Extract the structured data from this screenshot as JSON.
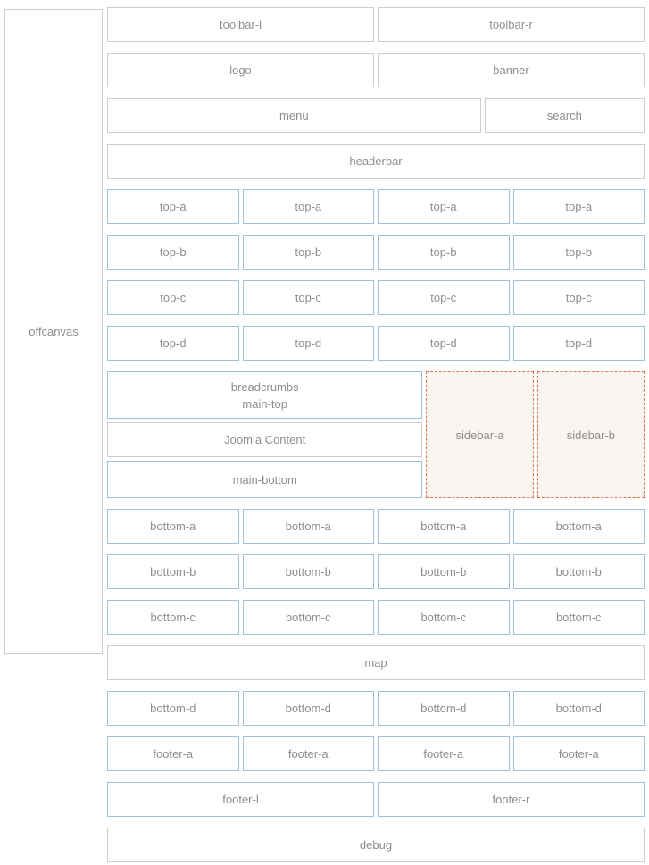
{
  "colors": {
    "background": "#ffffff",
    "box_border_gray": "#cdcdcd",
    "box_border_blue": "#9fbfdc",
    "sidebar_border_orange": "#e2714a",
    "sidebar_fill": "#faf5f0",
    "label_text": "#8e8e8e"
  },
  "offcanvas": {
    "label": "offcanvas"
  },
  "rows": [
    {
      "name": "toolbar-row",
      "height": 39,
      "cells": [
        {
          "label": "toolbar-l",
          "variant": "gray",
          "basis": "50%"
        },
        {
          "label": "toolbar-r",
          "variant": "gray",
          "basis": "50%"
        }
      ]
    },
    {
      "name": "logo-banner-row",
      "height": 39,
      "cells": [
        {
          "label": "logo",
          "variant": "gray",
          "basis": "50%"
        },
        {
          "label": "banner",
          "variant": "gray",
          "basis": "50%"
        }
      ]
    },
    {
      "name": "menu-search-row",
      "height": 39,
      "cells": [
        {
          "label": "menu",
          "variant": "gray",
          "basis": "70%"
        },
        {
          "label": "search",
          "variant": "gray",
          "basis": "30%"
        }
      ]
    },
    {
      "name": "headerbar-row",
      "height": 39,
      "cells": [
        {
          "label": "headerbar",
          "variant": "gray",
          "basis": "100%"
        }
      ]
    },
    {
      "name": "top-a-row",
      "height": 39,
      "cells": [
        {
          "label": "top-a",
          "variant": "blue",
          "basis": "25%"
        },
        {
          "label": "top-a",
          "variant": "blue",
          "basis": "25%"
        },
        {
          "label": "top-a",
          "variant": "blue",
          "basis": "25%"
        },
        {
          "label": "top-a",
          "variant": "blue",
          "basis": "25%"
        }
      ]
    },
    {
      "name": "top-b-row",
      "height": 39,
      "cells": [
        {
          "label": "top-b",
          "variant": "blue",
          "basis": "25%"
        },
        {
          "label": "top-b",
          "variant": "blue",
          "basis": "25%"
        },
        {
          "label": "top-b",
          "variant": "blue",
          "basis": "25%"
        },
        {
          "label": "top-b",
          "variant": "blue",
          "basis": "25%"
        }
      ]
    },
    {
      "name": "top-c-row",
      "height": 39,
      "cells": [
        {
          "label": "top-c",
          "variant": "blue",
          "basis": "25%"
        },
        {
          "label": "top-c",
          "variant": "blue",
          "basis": "25%"
        },
        {
          "label": "top-c",
          "variant": "blue",
          "basis": "25%"
        },
        {
          "label": "top-c",
          "variant": "blue",
          "basis": "25%"
        }
      ]
    },
    {
      "name": "top-d-row",
      "height": 39,
      "cells": [
        {
          "label": "top-d",
          "variant": "blue",
          "basis": "25%"
        },
        {
          "label": "top-d",
          "variant": "blue",
          "basis": "25%"
        },
        {
          "label": "top-d",
          "variant": "blue",
          "basis": "25%"
        },
        {
          "label": "top-d",
          "variant": "blue",
          "basis": "25%"
        }
      ]
    },
    {
      "name": "main-content-row",
      "height": 142,
      "cells": [
        {
          "name": "main-content-column",
          "basis": "59.5%",
          "boxes": [
            {
              "name": "position-breadcrumbs-main-top",
              "variant": "blue",
              "height": 53,
              "lines": [
                "breadcrumbs",
                "main-top"
              ]
            },
            {
              "name": "component-joomla-content",
              "variant": "gray",
              "height": 39,
              "lines": [
                "Joomla Content"
              ]
            },
            {
              "name": "position-main-bottom",
              "variant": "blue",
              "height": 42,
              "lines": [
                "main-bottom"
              ]
            }
          ]
        },
        {
          "label": "sidebar-a",
          "variant": "sidebar",
          "basis": "20.25%"
        },
        {
          "label": "sidebar-b",
          "variant": "sidebar",
          "basis": "20.25%"
        }
      ]
    },
    {
      "name": "bottom-a-row",
      "height": 39,
      "cells": [
        {
          "label": "bottom-a",
          "variant": "blue",
          "basis": "25%"
        },
        {
          "label": "bottom-a",
          "variant": "blue",
          "basis": "25%"
        },
        {
          "label": "bottom-a",
          "variant": "blue",
          "basis": "25%"
        },
        {
          "label": "bottom-a",
          "variant": "blue",
          "basis": "25%"
        }
      ]
    },
    {
      "name": "bottom-b-row",
      "height": 39,
      "cells": [
        {
          "label": "bottom-b",
          "variant": "blue",
          "basis": "25%"
        },
        {
          "label": "bottom-b",
          "variant": "blue",
          "basis": "25%"
        },
        {
          "label": "bottom-b",
          "variant": "blue",
          "basis": "25%"
        },
        {
          "label": "bottom-b",
          "variant": "blue",
          "basis": "25%"
        }
      ]
    },
    {
      "name": "bottom-c-row",
      "height": 39,
      "cells": [
        {
          "label": "bottom-c",
          "variant": "blue",
          "basis": "25%"
        },
        {
          "label": "bottom-c",
          "variant": "blue",
          "basis": "25%"
        },
        {
          "label": "bottom-c",
          "variant": "blue",
          "basis": "25%"
        },
        {
          "label": "bottom-c",
          "variant": "blue",
          "basis": "25%"
        }
      ]
    },
    {
      "name": "map-row",
      "height": 39,
      "cells": [
        {
          "label": "map",
          "variant": "gray",
          "basis": "100%"
        }
      ]
    },
    {
      "name": "bottom-d-row",
      "height": 39,
      "cells": [
        {
          "label": "bottom-d",
          "variant": "blue",
          "basis": "25%"
        },
        {
          "label": "bottom-d",
          "variant": "blue",
          "basis": "25%"
        },
        {
          "label": "bottom-d",
          "variant": "blue",
          "basis": "25%"
        },
        {
          "label": "bottom-d",
          "variant": "blue",
          "basis": "25%"
        }
      ]
    },
    {
      "name": "footer-a-row",
      "height": 39,
      "cells": [
        {
          "label": "footer-a",
          "variant": "blue",
          "basis": "25%"
        },
        {
          "label": "footer-a",
          "variant": "blue",
          "basis": "25%"
        },
        {
          "label": "footer-a",
          "variant": "blue",
          "basis": "25%"
        },
        {
          "label": "footer-a",
          "variant": "blue",
          "basis": "25%"
        }
      ]
    },
    {
      "name": "footer-lr-row",
      "height": 39,
      "cells": [
        {
          "label": "footer-l",
          "variant": "blue",
          "basis": "50%"
        },
        {
          "label": "footer-r",
          "variant": "blue",
          "basis": "50%"
        }
      ]
    },
    {
      "name": "debug-row",
      "height": 39,
      "cells": [
        {
          "label": "debug",
          "variant": "gray",
          "basis": "100%"
        }
      ]
    }
  ]
}
